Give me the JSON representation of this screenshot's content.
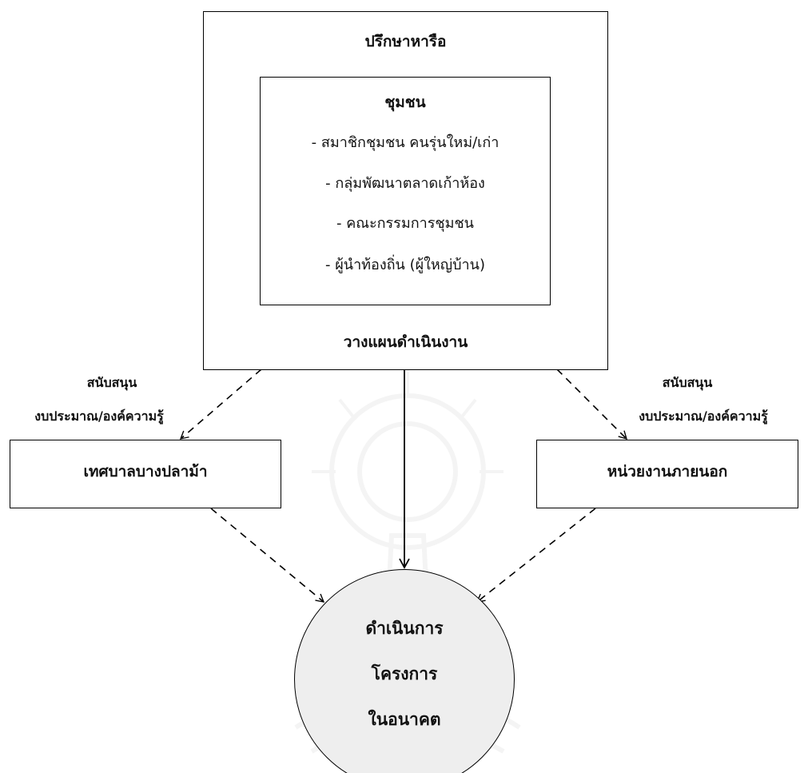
{
  "advisory": {
    "title": "ปรึกษาหารือ",
    "footer": "วางแผนดำเนินงาน"
  },
  "community": {
    "title": "ชุมชน",
    "items": [
      "- สมาชิกชุมชน คนรุ่นใหม่/เก่า",
      "- กลุ่มพัฒนาตลาดเก้าห้อง",
      "- คณะกรรมการชุมชน",
      "- ผู้นำท้องถิ่น (ผู้ใหญ่บ้าน)"
    ]
  },
  "left_support": {
    "line1": "สนับสนุน",
    "line2": "งบประมาณ/องค์ความรู้"
  },
  "right_support": {
    "line1": "สนับสนุน",
    "line2": "งบประมาณ/องค์ความรู้"
  },
  "left_box": "เทศบาลบางปลาม้า",
  "right_box": "หน่วยงานภายนอก",
  "outcome": {
    "lines": [
      "ดำเนินการ",
      "โครงการ",
      "ในอนาคต"
    ]
  },
  "colors": {
    "stroke": "#000000",
    "circle_fill": "#eeeeee",
    "watermark": "#b8b8b8"
  }
}
